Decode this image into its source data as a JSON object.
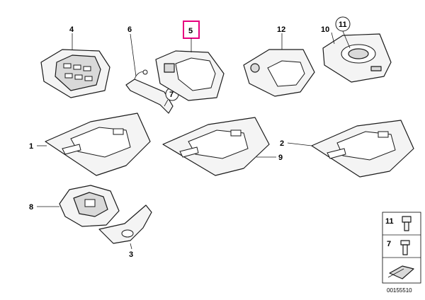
{
  "callouts": {
    "c1": "1",
    "c2": "2",
    "c3": "3",
    "c4": "4",
    "c5": "5",
    "c6": "6",
    "c7": "7",
    "c8": "8",
    "c9": "9",
    "c10": "10",
    "c11": "11",
    "c12": "12"
  },
  "legend": {
    "l11": "11",
    "l7": "7"
  },
  "diagram_id": "00155510",
  "highlight_color": "#e6007e"
}
